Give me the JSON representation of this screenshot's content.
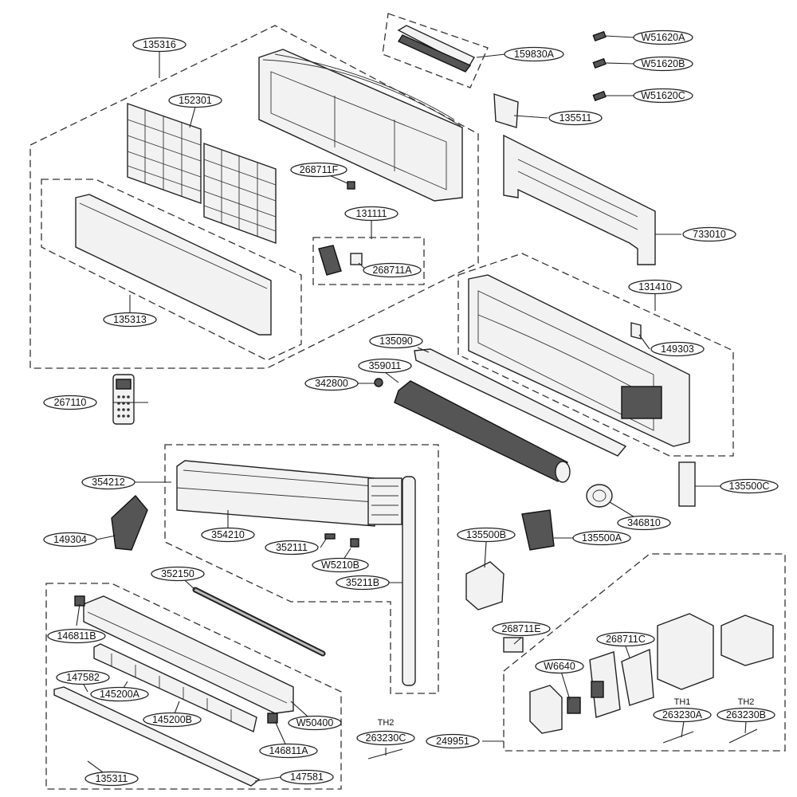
{
  "labels": [
    {
      "id": "l-135316",
      "text": "135316"
    },
    {
      "id": "l-152301",
      "text": "152301"
    },
    {
      "id": "l-268711F",
      "text": "268711F"
    },
    {
      "id": "l-131111",
      "text": "131111"
    },
    {
      "id": "l-268711A",
      "text": "268711A"
    },
    {
      "id": "l-135313",
      "text": "135313"
    },
    {
      "id": "l-159830A",
      "text": "159830A"
    },
    {
      "id": "l-W51620A",
      "text": "W51620A"
    },
    {
      "id": "l-W51620B",
      "text": "W51620B"
    },
    {
      "id": "l-W51620C",
      "text": "W51620C"
    },
    {
      "id": "l-135511",
      "text": "135511"
    },
    {
      "id": "l-733010",
      "text": "733010"
    },
    {
      "id": "l-131410",
      "text": "131410"
    },
    {
      "id": "l-149303",
      "text": "149303"
    },
    {
      "id": "l-135090",
      "text": "135090"
    },
    {
      "id": "l-359011",
      "text": "359011"
    },
    {
      "id": "l-342800",
      "text": "342800"
    },
    {
      "id": "l-267110",
      "text": "267110"
    },
    {
      "id": "l-354212",
      "text": "354212"
    },
    {
      "id": "l-149304",
      "text": "149304"
    },
    {
      "id": "l-354210",
      "text": "354210"
    },
    {
      "id": "l-352111",
      "text": "352111"
    },
    {
      "id": "l-W5210B",
      "text": "W5210B"
    },
    {
      "id": "l-35211B",
      "text": "35211B"
    },
    {
      "id": "l-135500C",
      "text": "135500C"
    },
    {
      "id": "l-346810",
      "text": "346810"
    },
    {
      "id": "l-135500A",
      "text": "135500A"
    },
    {
      "id": "l-135500B",
      "text": "135500B"
    },
    {
      "id": "l-352150",
      "text": "352150"
    },
    {
      "id": "l-146811B",
      "text": "146811B"
    },
    {
      "id": "l-147582",
      "text": "147582"
    },
    {
      "id": "l-145200A",
      "text": "145200A"
    },
    {
      "id": "l-145200B",
      "text": "145200B"
    },
    {
      "id": "l-W50400",
      "text": "W50400"
    },
    {
      "id": "l-146811A",
      "text": "146811A"
    },
    {
      "id": "l-135311",
      "text": "135311"
    },
    {
      "id": "l-147581",
      "text": "147581"
    },
    {
      "id": "l-263230C",
      "text": "263230C"
    },
    {
      "id": "l-249951",
      "text": "249951"
    },
    {
      "id": "l-268711E",
      "text": "268711E"
    },
    {
      "id": "l-268711C",
      "text": "268711C"
    },
    {
      "id": "l-W6640",
      "text": "W6640"
    },
    {
      "id": "l-263230A",
      "text": "263230A"
    },
    {
      "id": "l-263230B",
      "text": "263230B"
    }
  ],
  "sensor_tags": {
    "th2_left": "TH2",
    "th1": "TH1",
    "th2_right": "TH2"
  }
}
